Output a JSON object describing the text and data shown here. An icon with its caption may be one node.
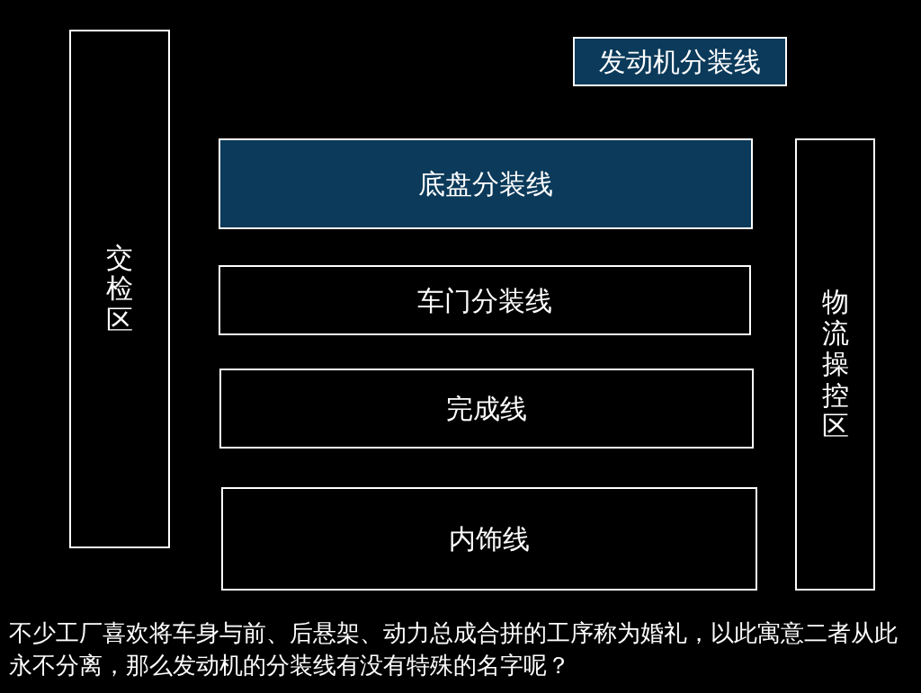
{
  "diagram": {
    "caption": "不少工厂喜欢将车身与前、后悬架、动力总成合拼的工序称为婚礼，以此寓意二者从此永不分离，那么发动机的分装线有没有特殊的名字呢？",
    "nodes": [
      {
        "text": [
          "交检区"
        ]
      },
      {
        "text": [
          "发动机分装线"
        ]
      },
      {
        "text": [
          "底盘分装线"
        ]
      },
      {
        "text": [
          "车门分装线"
        ]
      },
      {
        "text": [
          "完成线"
        ]
      },
      {
        "text": [
          "内饰线"
        ]
      },
      {
        "text": [
          "物流操控区"
        ]
      }
    ]
  }
}
